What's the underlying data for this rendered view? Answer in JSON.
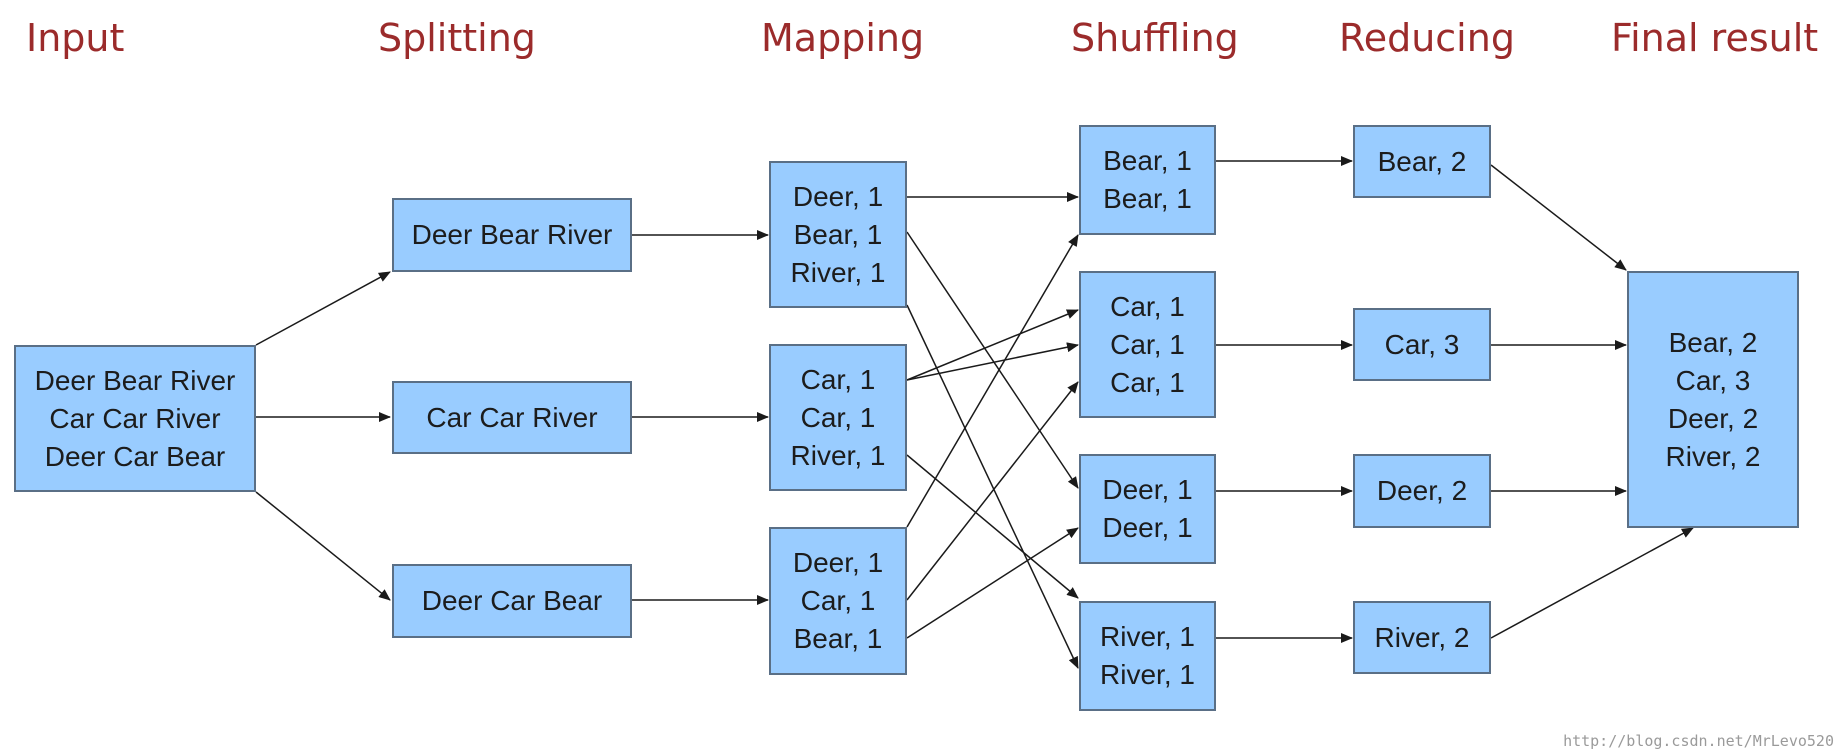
{
  "headings": {
    "input": "Input",
    "splitting": "Splitting",
    "mapping": "Mapping",
    "shuffling": "Shuffling",
    "reducing": "Reducing",
    "final": "Final result"
  },
  "input": {
    "lines": [
      "Deer Bear River",
      "Car Car River",
      "Deer Car Bear"
    ]
  },
  "splitting": [
    {
      "lines": [
        "Deer Bear River"
      ]
    },
    {
      "lines": [
        "Car Car River"
      ]
    },
    {
      "lines": [
        "Deer Car Bear"
      ]
    }
  ],
  "mapping": [
    {
      "lines": [
        "Deer, 1",
        "Bear, 1",
        "River, 1"
      ]
    },
    {
      "lines": [
        "Car, 1",
        "Car, 1",
        "River, 1"
      ]
    },
    {
      "lines": [
        "Deer, 1",
        "Car, 1",
        "Bear, 1"
      ]
    }
  ],
  "shuffling": [
    {
      "lines": [
        "Bear, 1",
        "Bear, 1"
      ]
    },
    {
      "lines": [
        "Car, 1",
        "Car, 1",
        "Car, 1"
      ]
    },
    {
      "lines": [
        "Deer, 1",
        "Deer, 1"
      ]
    },
    {
      "lines": [
        "River, 1",
        "River, 1"
      ]
    }
  ],
  "reducing": [
    {
      "lines": [
        "Bear, 2"
      ]
    },
    {
      "lines": [
        "Car, 3"
      ]
    },
    {
      "lines": [
        "Deer, 2"
      ]
    },
    {
      "lines": [
        "River, 2"
      ]
    }
  ],
  "final": {
    "lines": [
      "Bear, 2",
      "Car, 3",
      "Deer, 2",
      "River, 2"
    ]
  },
  "watermark": "http://blog.csdn.net/MrLevo520",
  "colors": {
    "box_fill": "#99ccff",
    "box_border": "#5a6f86",
    "heading": "#9b2b2b",
    "arrow": "#1a1a1a"
  }
}
